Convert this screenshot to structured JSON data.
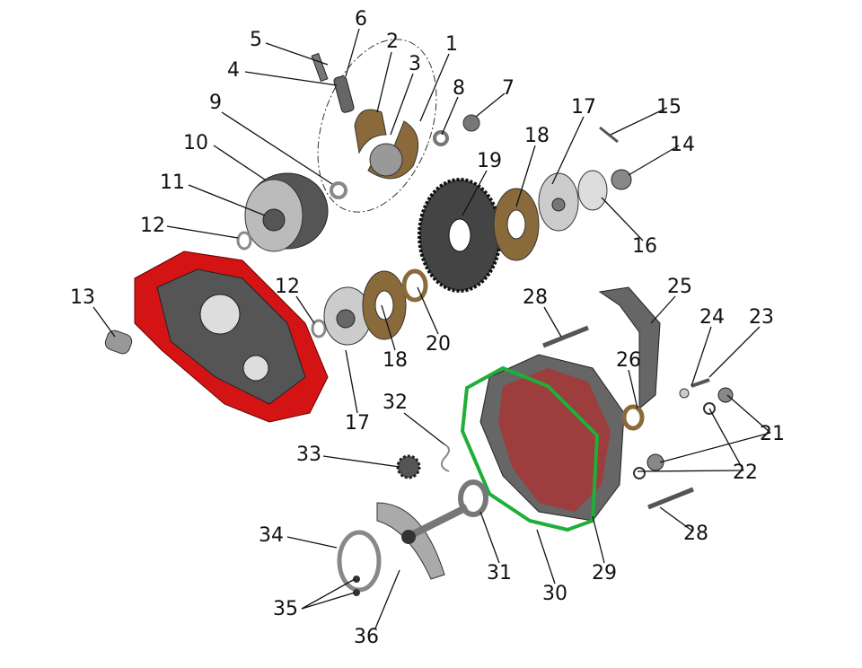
{
  "diagram": {
    "type": "exploded parts diagram",
    "colors": {
      "crankcase": "#d41414",
      "gasket": "#1fae3a",
      "metal": "#8a8a8a",
      "friction": "#8a6a3a",
      "dark": "#3a3a3a"
    },
    "callouts": [
      "1",
      "2",
      "3",
      "4",
      "5",
      "6",
      "7",
      "8",
      "9",
      "10",
      "11",
      "12",
      "13",
      "14",
      "15",
      "16",
      "17",
      "18",
      "19",
      "20",
      "17",
      "18",
      "12",
      "21",
      "22",
      "23",
      "24",
      "25",
      "26",
      "28",
      "28",
      "29",
      "30",
      "31",
      "32",
      "33",
      "34",
      "35",
      "36"
    ]
  }
}
